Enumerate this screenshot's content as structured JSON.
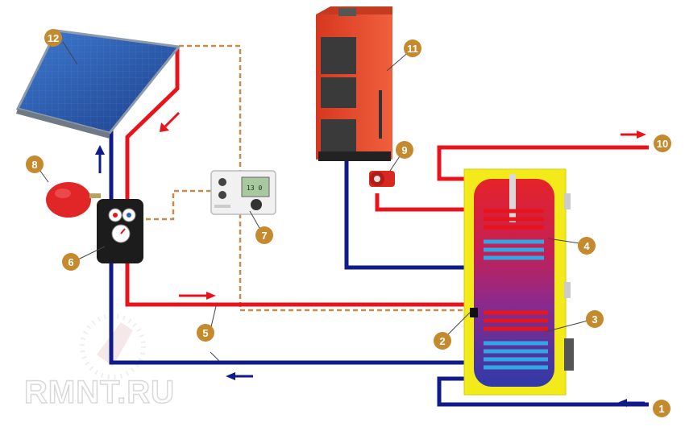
{
  "colors": {
    "hot_pipe": "#e8141b",
    "cold_pipe": "#0f1b8a",
    "signal_wire": "#c88a4a",
    "callout": "#c5892e",
    "tank_shell": "#f2ea1a",
    "boiler_body": "#e8492c",
    "panel_blue": "#2a5fb5"
  },
  "callouts": [
    {
      "label": "1"
    },
    {
      "label": "2"
    },
    {
      "label": "3"
    },
    {
      "label": "4"
    },
    {
      "label": "5"
    },
    {
      "label": "5"
    },
    {
      "label": "6"
    },
    {
      "label": "7"
    },
    {
      "label": "8"
    },
    {
      "label": "9"
    },
    {
      "label": "10"
    },
    {
      "label": "11"
    },
    {
      "label": "12"
    }
  ],
  "controller": {
    "display_value": "13 0"
  },
  "watermark": {
    "text": "RMNT.RU"
  },
  "icons": {
    "flow_arrows": "arrow-icon",
    "pump": "circulation-pump-icon",
    "gauges": "gauge-icon"
  }
}
